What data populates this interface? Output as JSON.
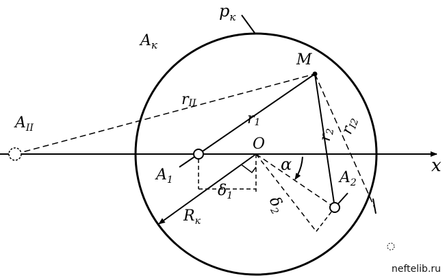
{
  "labels": {
    "p_k": {
      "main": "p",
      "sub": "к"
    },
    "a_k": {
      "main": "A",
      "sub": "к"
    },
    "m": "M",
    "r_ii": {
      "main": "r",
      "sub": "II"
    },
    "a_ii": {
      "main": "A",
      "sub": "II"
    },
    "r_1": {
      "main": "r",
      "sub": "1"
    },
    "r_2": {
      "main": "r",
      "sub": "2"
    },
    "r_i2": {
      "main": "r",
      "sub": "I2"
    },
    "o": "O",
    "x": "x",
    "alpha": "α",
    "a_1": {
      "main": "A",
      "sub": "1"
    },
    "a_2": {
      "main": "A",
      "sub": "2"
    },
    "delta_1": {
      "main": "δ",
      "sub": "1"
    },
    "delta_2": {
      "main": "δ",
      "sub": "2"
    },
    "r_k": {
      "main": "R",
      "sub": "к"
    }
  },
  "watermark": "neftelib.ru",
  "colors": {
    "ink": "#000000",
    "background": "#ffffff"
  }
}
